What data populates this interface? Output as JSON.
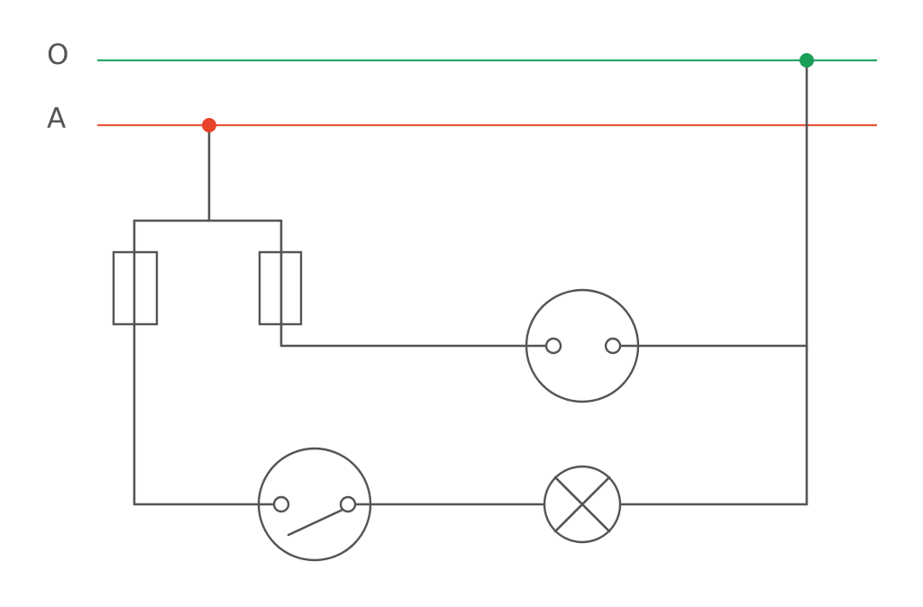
{
  "rails": [
    {
      "label": "O",
      "color": "#2aa66a"
    },
    {
      "label": "A",
      "color": "#e8553b"
    }
  ],
  "junction_colors": {
    "neutral": "#1a9e5a",
    "phase": "#e8432a"
  },
  "wire_color": "#555555",
  "components": [
    "fuse-left",
    "fuse-right",
    "socket-outlet",
    "switch",
    "lamp"
  ]
}
